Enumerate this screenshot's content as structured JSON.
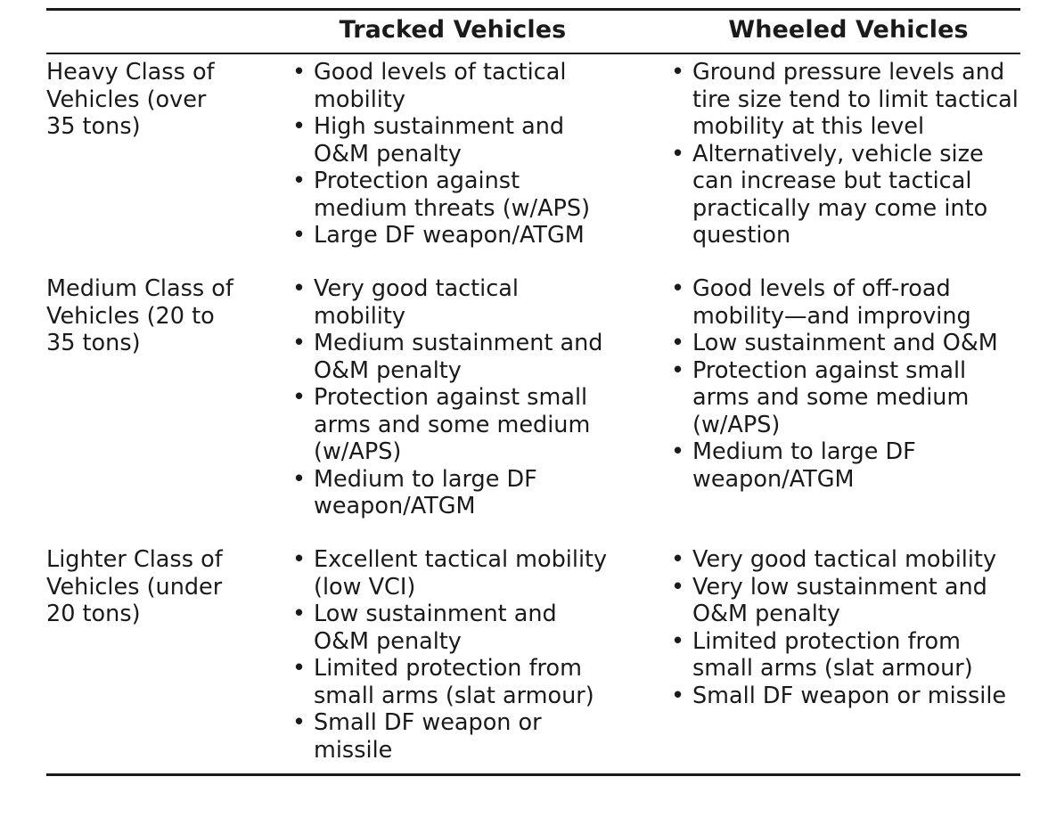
{
  "table": {
    "headers": {
      "row_header": "",
      "tracked": "Tracked Vehicles",
      "wheeled": "Wheeled Vehicles"
    },
    "rows": [
      {
        "label": "Heavy Class of\nVehicles (over\n35 tons)",
        "tracked": [
          "Good levels of tactical\nmobility",
          "High sustainment and\nO&M penalty",
          "Protection against\nmedium threats (w/APS)",
          "Large DF weapon/ATGM"
        ],
        "wheeled": [
          "Ground pressure levels and\ntire size tend to limit tactical\nmobility at this level",
          "Alternatively, vehicle size\ncan increase but tactical\npractically may come into\nquestion"
        ]
      },
      {
        "label": "Medium Class of\nVehicles (20 to\n35 tons)",
        "tracked": [
          "Very good tactical\nmobility",
          "Medium sustainment and\nO&M penalty",
          "Protection against small\narms and some medium\n(w/APS)",
          "Medium to large DF\nweapon/ATGM"
        ],
        "wheeled": [
          "Good levels of off-road\nmobility—and improving",
          "Low sustainment and O&M",
          "Protection against small\narms and some medium\n(w/APS)",
          "Medium to large DF\nweapon/ATGM"
        ]
      },
      {
        "label": "Lighter Class of\nVehicles (under\n20 tons)",
        "tracked": [
          "Excellent tactical mobility\n(low VCI)",
          "Low sustainment and\nO&M penalty",
          "Limited protection from\nsmall arms (slat armour)",
          "Small DF weapon or\nmissile"
        ],
        "wheeled": [
          "Very good tactical mobility",
          "Very low sustainment and\nO&M penalty",
          "Limited protection from\nsmall arms (slat armour)",
          "Small DF weapon or missile"
        ]
      }
    ]
  }
}
